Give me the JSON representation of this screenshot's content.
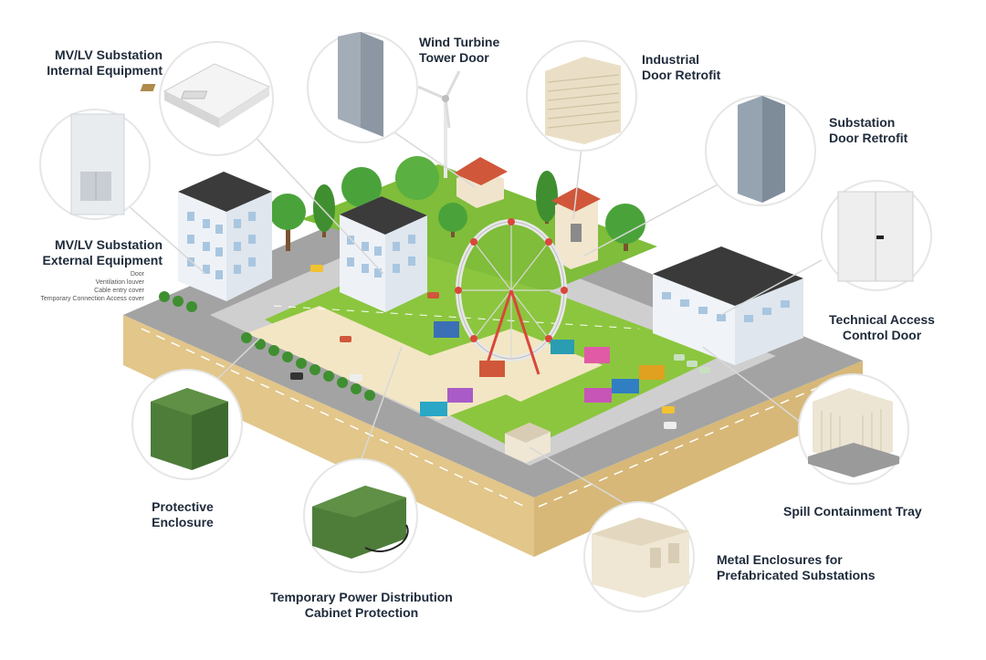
{
  "colors": {
    "grass": "#8cc63f",
    "road": "#9a9a9a",
    "soil": "#e8cf96",
    "plaza": "#f3e6c4",
    "green_enclosure": "#4e7d3a",
    "text": "#1e2a3a"
  },
  "labels": [
    {
      "id": "mvlv-internal",
      "lines": [
        "MV/LV Substation",
        "Internal Equipment"
      ]
    },
    {
      "id": "wind-door",
      "lines": [
        "Wind Turbine",
        "Tower Door"
      ]
    },
    {
      "id": "industrial-door",
      "lines": [
        "Industrial",
        "Door Retrofit"
      ]
    },
    {
      "id": "substation-door",
      "lines": [
        "Substation",
        "Door Retrofit"
      ]
    },
    {
      "id": "mvlv-external",
      "lines": [
        "MV/LV Substation",
        "External Equipment"
      ],
      "sub": [
        "Door",
        "Ventilation louver",
        "Cable entry cover",
        "Temporary Connection Access cover"
      ]
    },
    {
      "id": "tech-door",
      "lines": [
        "Technical Access",
        "Control Door"
      ]
    },
    {
      "id": "protective",
      "lines": [
        "Protective",
        "Enclosure"
      ]
    },
    {
      "id": "spill",
      "lines": [
        "Spill Containment Tray"
      ]
    },
    {
      "id": "temp-power",
      "lines": [
        "Temporary Power Distribution",
        "Cabinet Protection"
      ]
    },
    {
      "id": "metal-enclosures",
      "lines": [
        "Metal Enclosures for",
        "Prefabricated Substations"
      ]
    }
  ]
}
